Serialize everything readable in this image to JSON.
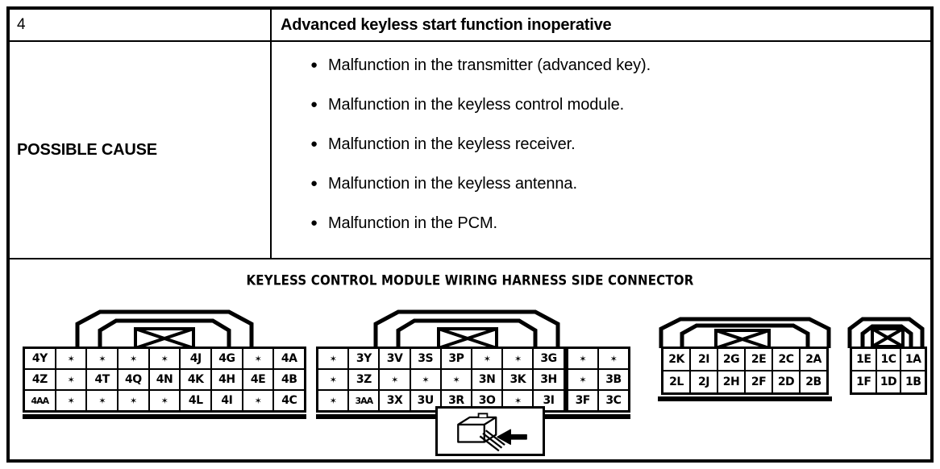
{
  "table": {
    "number": "4",
    "title": "Advanced keyless start function inoperative",
    "row_label": "POSSIBLE CAUSE",
    "bullet_glyph": "●",
    "causes": [
      "Malfunction in the transmitter (advanced key).",
      "Malfunction in the keyless control module.",
      "Malfunction in the keyless receiver.",
      "Malfunction in the keyless antenna.",
      "Malfunction in the PCM."
    ]
  },
  "diagram": {
    "title": "KEYLESS CONTROL MODULE WIRING HARNESS SIDE CONNECTOR",
    "unused_pin_glyph": "✶",
    "connectors": [
      {
        "id": "connector-4",
        "columns": 9,
        "rows": [
          [
            "4Y",
            "*",
            "*",
            "*",
            "*",
            "4J",
            "4G",
            "*",
            "4A"
          ],
          [
            "4Z",
            "*",
            "4T",
            "4Q",
            "4N",
            "4K",
            "4H",
            "4E",
            "4B"
          ],
          [
            "4AA",
            "*",
            "*",
            "*",
            "*",
            "4L",
            "4I",
            "*",
            "4C"
          ]
        ]
      },
      {
        "id": "connector-3",
        "columns": 10,
        "gap_after_column": 8,
        "rows": [
          [
            "*",
            "3Y",
            "3V",
            "3S",
            "3P",
            "*",
            "*",
            "3G",
            "*",
            "*"
          ],
          [
            "*",
            "3Z",
            "*",
            "*",
            "*",
            "3N",
            "3K",
            "3H",
            "*",
            "3B"
          ],
          [
            "*",
            "3AA",
            "3X",
            "3U",
            "3R",
            "3O",
            "*",
            "3I",
            "3F",
            "3C"
          ]
        ]
      },
      {
        "id": "connector-2",
        "columns": 6,
        "rows": [
          [
            "2K",
            "2I",
            "2G",
            "2E",
            "2C",
            "2A"
          ],
          [
            "2L",
            "2J",
            "2H",
            "2F",
            "2D",
            "2B"
          ]
        ]
      },
      {
        "id": "connector-1",
        "columns": 3,
        "rows": [
          [
            "1E",
            "1C",
            "1A"
          ],
          [
            "1F",
            "1D",
            "1B"
          ]
        ]
      }
    ],
    "pictogram": "connector-with-arrow-illustration"
  },
  "colors": {
    "ink": "#000000",
    "paper": "#ffffff"
  }
}
